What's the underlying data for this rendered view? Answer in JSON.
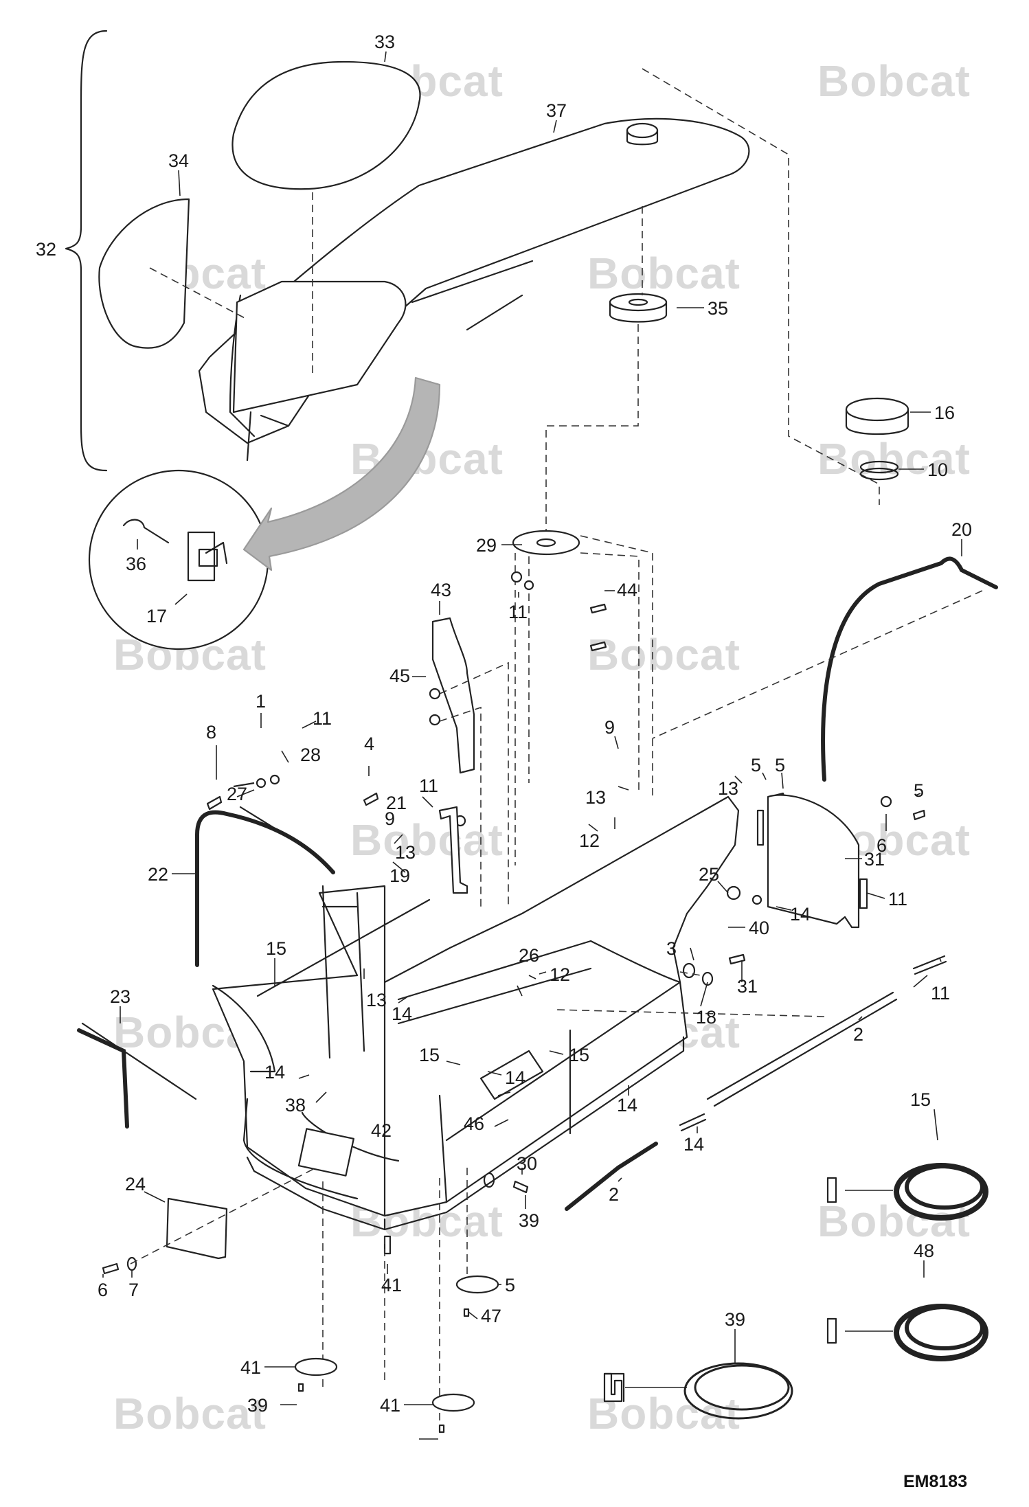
{
  "watermark_text": "Bobcat",
  "drawing_code": "EM8183",
  "callouts": [
    {
      "id": "c33",
      "text": "33"
    },
    {
      "id": "c37",
      "text": "37"
    },
    {
      "id": "c34",
      "text": "34"
    },
    {
      "id": "c32",
      "text": "32"
    },
    {
      "id": "c35",
      "text": "35"
    },
    {
      "id": "c16",
      "text": "16"
    },
    {
      "id": "c10",
      "text": "10"
    },
    {
      "id": "c36",
      "text": "36"
    },
    {
      "id": "c17",
      "text": "17"
    },
    {
      "id": "c29",
      "text": "29"
    },
    {
      "id": "c20",
      "text": "20"
    },
    {
      "id": "c11a",
      "text": "11"
    },
    {
      "id": "c44",
      "text": "44"
    },
    {
      "id": "c43",
      "text": "43"
    },
    {
      "id": "c45",
      "text": "45"
    },
    {
      "id": "c1",
      "text": "1"
    },
    {
      "id": "c11b",
      "text": "11"
    },
    {
      "id": "c8",
      "text": "8"
    },
    {
      "id": "c28",
      "text": "28"
    },
    {
      "id": "c4",
      "text": "4"
    },
    {
      "id": "c27",
      "text": "27"
    },
    {
      "id": "c9a",
      "text": "9"
    },
    {
      "id": "c5a",
      "text": "5"
    },
    {
      "id": "c5b",
      "text": "5"
    },
    {
      "id": "c13a",
      "text": "13"
    },
    {
      "id": "c13b",
      "text": "13"
    },
    {
      "id": "c11c",
      "text": "11"
    },
    {
      "id": "c21",
      "text": "21"
    },
    {
      "id": "c5c",
      "text": "5"
    },
    {
      "id": "c6a",
      "text": "6"
    },
    {
      "id": "c12a",
      "text": "12"
    },
    {
      "id": "c9b",
      "text": "9"
    },
    {
      "id": "c13c",
      "text": "13"
    },
    {
      "id": "c19",
      "text": "19"
    },
    {
      "id": "c22",
      "text": "22"
    },
    {
      "id": "c31a",
      "text": "31"
    },
    {
      "id": "c25",
      "text": "25"
    },
    {
      "id": "c11d",
      "text": "11"
    },
    {
      "id": "c14a",
      "text": "14"
    },
    {
      "id": "c40",
      "text": "40"
    },
    {
      "id": "c15a",
      "text": "15"
    },
    {
      "id": "c3",
      "text": "3"
    },
    {
      "id": "c31b",
      "text": "31"
    },
    {
      "id": "c26",
      "text": "26"
    },
    {
      "id": "c11e",
      "text": "11"
    },
    {
      "id": "c12b",
      "text": "12"
    },
    {
      "id": "c13d",
      "text": "13"
    },
    {
      "id": "c14b",
      "text": "14"
    },
    {
      "id": "c18",
      "text": "18"
    },
    {
      "id": "c23",
      "text": "23"
    },
    {
      "id": "c2a",
      "text": "2"
    },
    {
      "id": "c15b",
      "text": "15"
    },
    {
      "id": "c15c",
      "text": "15"
    },
    {
      "id": "c14c",
      "text": "14"
    },
    {
      "id": "c14d",
      "text": "14"
    },
    {
      "id": "c38",
      "text": "38"
    },
    {
      "id": "c14e",
      "text": "14"
    },
    {
      "id": "c46",
      "text": "46"
    },
    {
      "id": "c15d",
      "text": "15"
    },
    {
      "id": "c42",
      "text": "42"
    },
    {
      "id": "c14f",
      "text": "14"
    },
    {
      "id": "c30",
      "text": "30"
    },
    {
      "id": "c24",
      "text": "24"
    },
    {
      "id": "c2b",
      "text": "2"
    },
    {
      "id": "c39a",
      "text": "39"
    },
    {
      "id": "c5d",
      "text": "5"
    },
    {
      "id": "c6b",
      "text": "6"
    },
    {
      "id": "c7",
      "text": "7"
    },
    {
      "id": "c41a",
      "text": "41"
    },
    {
      "id": "c47",
      "text": "47"
    },
    {
      "id": "c48",
      "text": "48"
    },
    {
      "id": "c39b",
      "text": "39"
    },
    {
      "id": "c41b",
      "text": "41"
    },
    {
      "id": "c39c",
      "text": "39"
    },
    {
      "id": "c41c",
      "text": "41"
    }
  ]
}
